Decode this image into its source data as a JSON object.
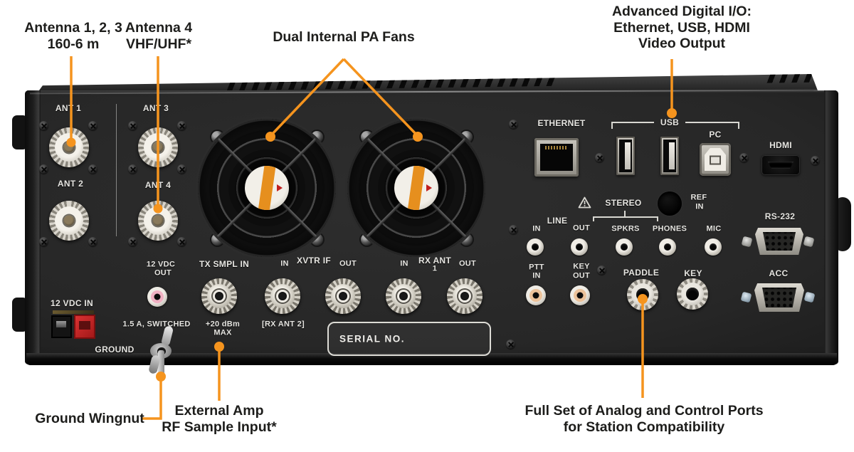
{
  "colors": {
    "accent": "#F5941E",
    "panel_text": "#E6E5E1",
    "callout_text": "#1D1D1B"
  },
  "callouts": {
    "antenna123": {
      "l1": "Antenna 1, 2, 3",
      "l2": "160-6 m"
    },
    "antenna4": {
      "l1": "Antenna 4",
      "l2": "VHF/UHF*"
    },
    "fans": {
      "l1": "Dual Internal PA Fans"
    },
    "digital_io": {
      "l1": "Advanced Digital I/O:",
      "l2": "Ethernet, USB, HDMI",
      "l3": "Video Output"
    },
    "ground_wingnut": {
      "l1": "Ground Wingnut"
    },
    "ext_amp": {
      "l1": "External Amp",
      "l2": "RF Sample Input*"
    },
    "analog_ports": {
      "l1": "Full Set of Analog and Control Ports",
      "l2": "for Station Compatibility"
    }
  },
  "panel": {
    "ant1": "ANT 1",
    "ant2": "ANT 2",
    "ant3": "ANT 3",
    "ant4": "ANT 4",
    "vdc_out_l1": "12 VDC",
    "vdc_out_l2": "OUT",
    "tx_smpl_in": "TX SMPL IN",
    "xvtr_in": "IN",
    "xvtr_if": "XVTR IF",
    "xvtr_out": "OUT",
    "rx_in": "IN",
    "rx_ant": "RX ANT",
    "rx_ant_num": "1",
    "rx_out": "OUT",
    "vdc_in": "12 VDC IN",
    "switched": "1.5 A, SWITCHED",
    "dbm_l1": "+20 dBm",
    "dbm_l2": "MAX",
    "rx_ant2": "[RX ANT 2]",
    "ground": "GROUND",
    "serial_no": "SERIAL NO.",
    "ethernet": "ETHERNET",
    "usb": "USB",
    "pc": "PC",
    "hdmi": "HDMI",
    "stereo": "STEREO",
    "ref_l1": "REF",
    "ref_l2": "IN",
    "line": "LINE",
    "line_in": "IN",
    "line_out": "OUT",
    "spkrs": "SPKRS",
    "phones": "PHONES",
    "mic": "MIC",
    "rs232": "RS-232",
    "ptt_l1": "PTT",
    "ptt_l2": "IN",
    "keyout_l1": "KEY",
    "keyout_l2": "OUT",
    "paddle": "PADDLE",
    "key": "KEY",
    "acc": "ACC"
  }
}
